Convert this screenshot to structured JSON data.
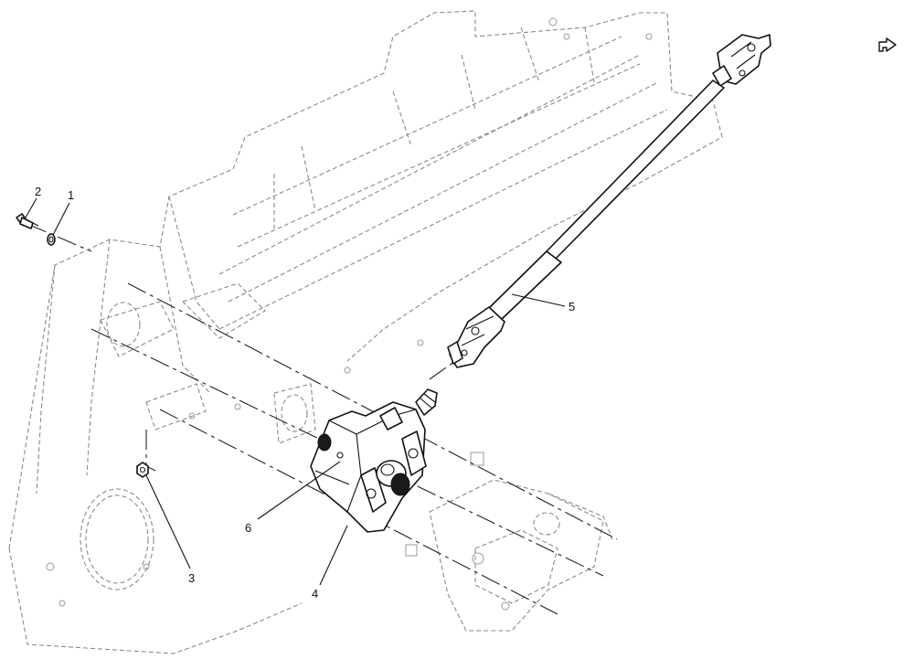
{
  "callouts": [
    {
      "id": "1",
      "label": "1"
    },
    {
      "id": "2",
      "label": "2"
    },
    {
      "id": "3",
      "label": "3"
    },
    {
      "id": "4",
      "label": "4"
    },
    {
      "id": "5",
      "label": "5"
    },
    {
      "id": "6",
      "label": "6"
    }
  ],
  "navigation": {
    "icon": "return-arrow-icon"
  }
}
